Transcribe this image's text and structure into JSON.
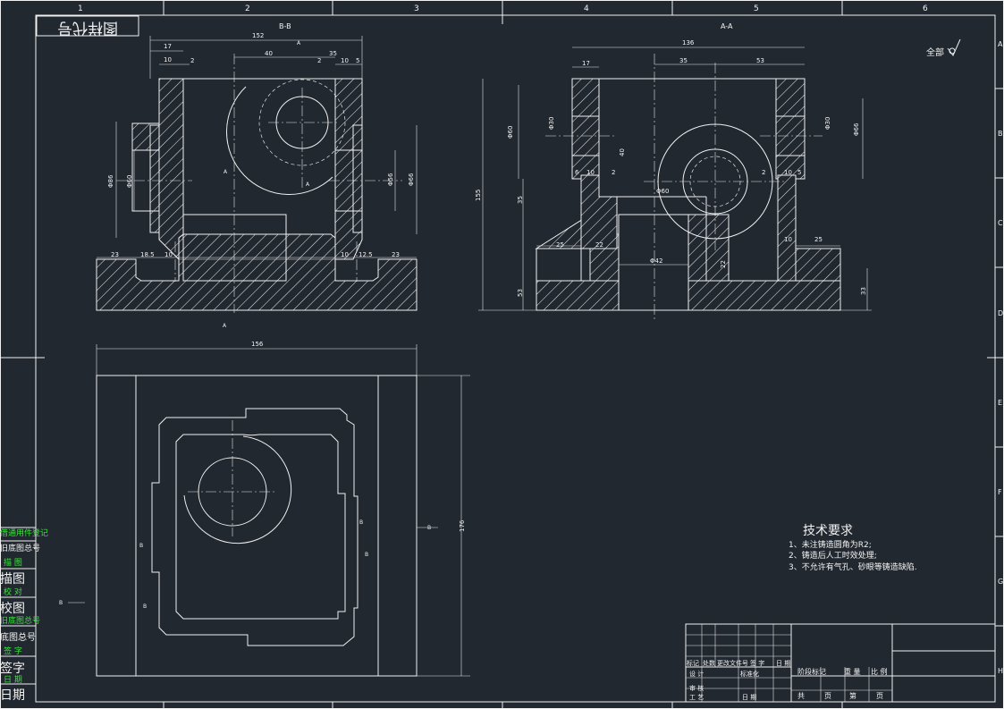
{
  "title_block_stamp": "图样代号",
  "frame": {
    "col_numbers": [
      "1",
      "2",
      "3",
      "4",
      "5",
      "6"
    ],
    "row_letters": [
      "A",
      "B",
      "C",
      "D",
      "E",
      "F",
      "G",
      "H"
    ]
  },
  "views": {
    "section_bb": {
      "title": "B-B",
      "dims": [
        "17",
        "152",
        "10",
        "2",
        "40",
        "2",
        "35",
        "10",
        "5",
        "Φ86",
        "Φ60",
        "Φ56",
        "Φ66",
        "23",
        "18.5",
        "10",
        "10",
        "12.5",
        "23"
      ],
      "cut_marks": [
        "A",
        "A",
        "A",
        "A"
      ]
    },
    "section_aa": {
      "title": "A-A",
      "dims": [
        "136",
        "17",
        "35",
        "53",
        "Φ60",
        "Φ30",
        "Φ30",
        "Φ66",
        "2",
        "6",
        "10",
        "10",
        "5",
        "155",
        "35",
        "40",
        "25",
        "22",
        "2",
        "Φ42",
        "22",
        "10",
        "25",
        "53",
        "33",
        "Φ60"
      ]
    },
    "plan": {
      "dims": [
        "156",
        "176"
      ],
      "marks": [
        "B",
        "B",
        "B",
        "B",
        "B",
        "B"
      ]
    }
  },
  "surface_finish": {
    "label": "全部"
  },
  "notes": {
    "title": "技术要求",
    "items": [
      "1、未注铸造圆角为R2;",
      "2、铸造后人工时效处理;",
      "3、不允许有气孔、砂眼等铸造缺陷."
    ]
  },
  "left_strip": {
    "items": [
      "借通用件登记",
      "旧底图总号",
      "描 图",
      "描图",
      "校 对",
      "校图",
      "旧底图总号",
      "底图总号",
      "签 字",
      "签字",
      "日 期",
      "日期"
    ]
  },
  "title_block": {
    "row1": [
      "标记",
      "处数",
      "更改文件号",
      "签 字",
      "日 期"
    ],
    "row2": [
      "设 计",
      "标准化"
    ],
    "row3": [
      "审 核"
    ],
    "row4": [
      "工 艺",
      "日 期"
    ],
    "right_labels": [
      "阶段标记",
      "重 量",
      "比 例"
    ],
    "bottom_labels": [
      "共",
      "页",
      "第",
      "页"
    ]
  },
  "colors": {
    "background": "#212830",
    "lines": "#f0f0f0",
    "green_text": "#37e637"
  }
}
